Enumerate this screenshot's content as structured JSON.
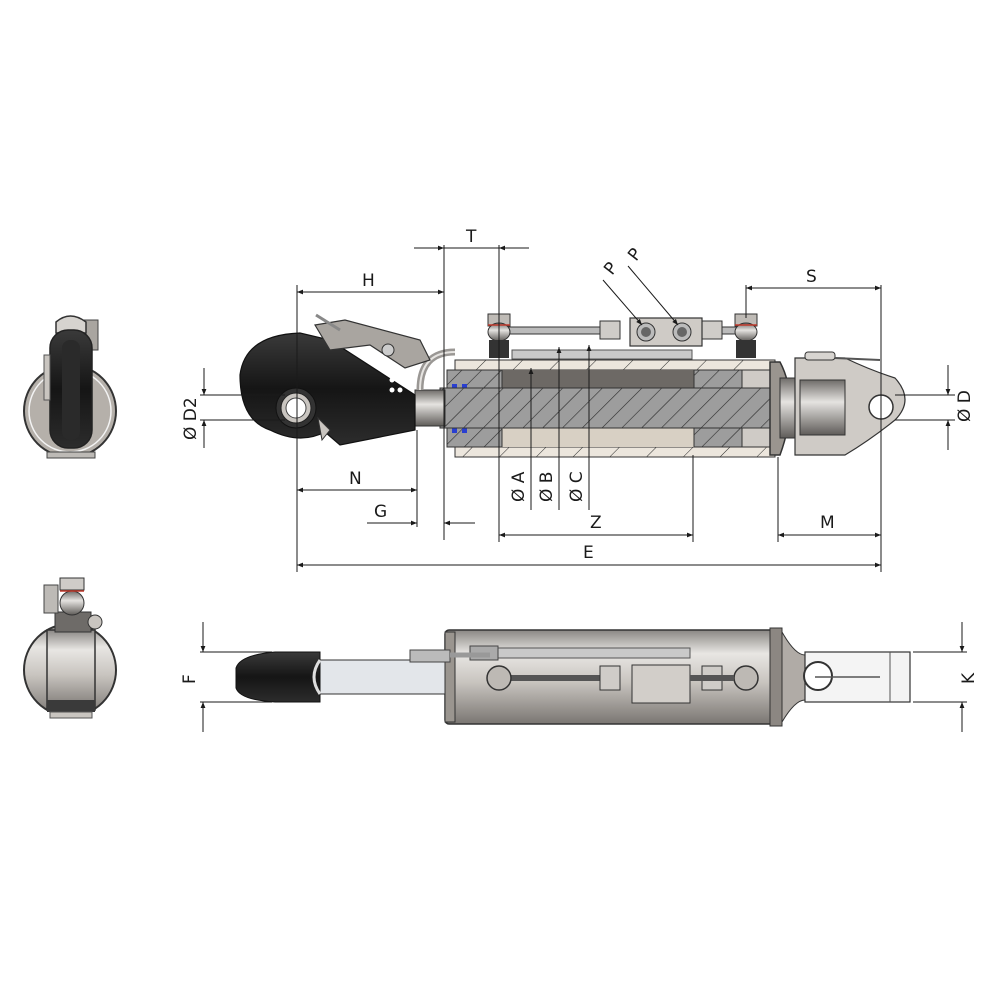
{
  "drawing": {
    "subject": "Hydraulic top link cylinder with quick-coupler hook and clevis end",
    "background": "#ffffff",
    "views": [
      "end-view-top",
      "side-section-view",
      "end-view-bottom",
      "top-view"
    ]
  },
  "dimensions": {
    "T": "T",
    "H": "H",
    "P1": "P",
    "P2": "P",
    "S": "S",
    "D2": "Ø D2",
    "D": "Ø D",
    "N": "N",
    "G": "G",
    "A": "Ø A",
    "B": "Ø B",
    "C": "Ø C",
    "Z": "Z",
    "M": "M",
    "E": "E",
    "F": "F",
    "K": "K"
  },
  "colors": {
    "line": "#1a1a1a",
    "hook_black": "#1c1c1c",
    "steel_light": "#d9d6d2",
    "steel_mid": "#a9a5a0",
    "steel_dark": "#6e6b68",
    "section_hatch": "#9a9a9a",
    "seal_blue": "#2a3fd0",
    "oring_red": "#c0392b"
  }
}
